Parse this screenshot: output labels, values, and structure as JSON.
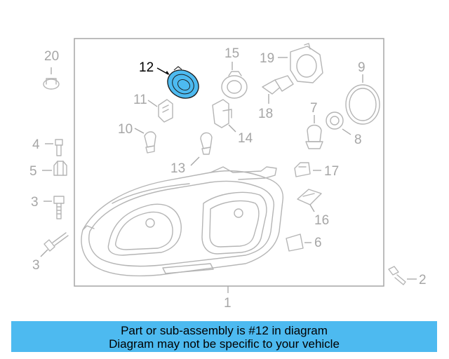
{
  "callouts": {
    "c1": "1",
    "c2": "2",
    "c3a": "3",
    "c3b": "3",
    "c4": "4",
    "c5": "5",
    "c6": "6",
    "c7": "7",
    "c8": "8",
    "c9": "9",
    "c10": "10",
    "c11": "11",
    "c12": "12",
    "c13": "13",
    "c14": "14",
    "c15": "15",
    "c16": "16",
    "c17": "17",
    "c18": "18",
    "c19": "19",
    "c20": "20"
  },
  "highlight": {
    "part_number": "12",
    "color": "#4dbaf0"
  },
  "banner": {
    "line1": "Part or sub-assembly is #12 in diagram",
    "line2": "Diagram may not be specific to your vehicle",
    "background": "#4dbaf0"
  }
}
